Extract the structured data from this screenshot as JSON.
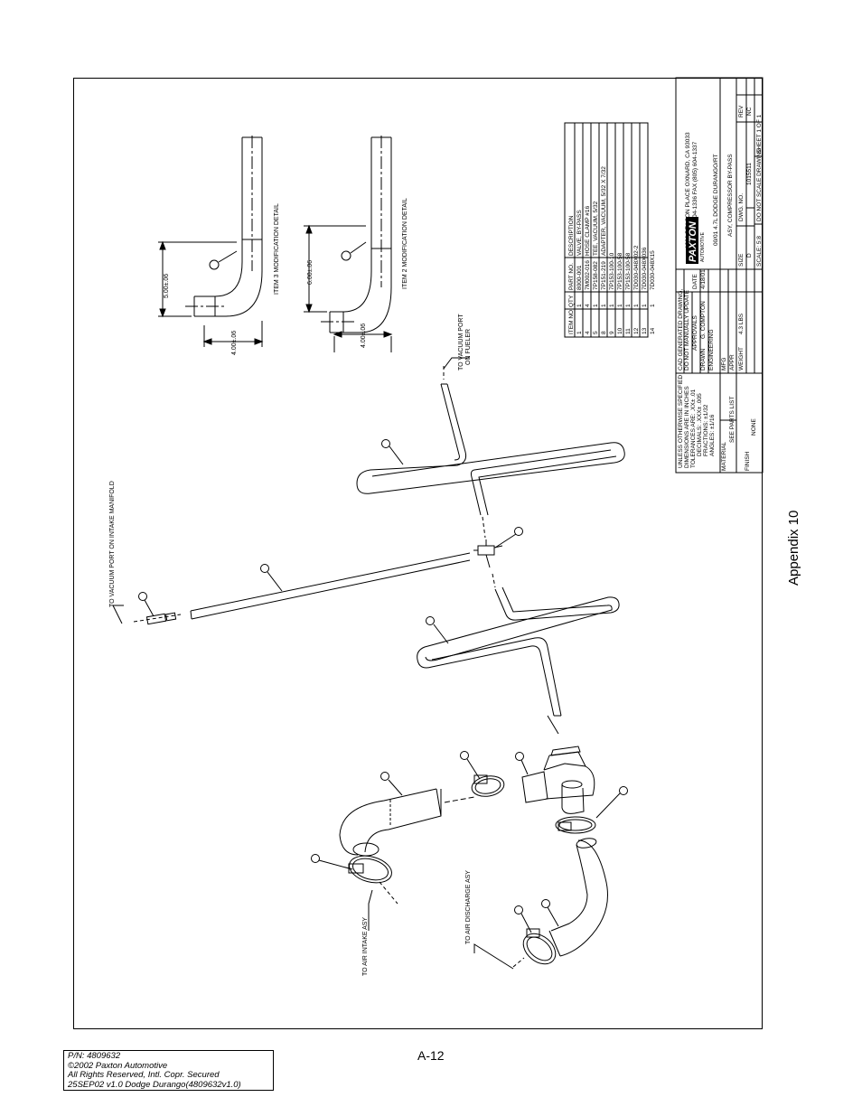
{
  "appendix": "Appendix 10",
  "page_number": "A-12",
  "footer": {
    "line1": "P/N: 4809632",
    "line2": "©2002 Paxton Automotive",
    "line3": "All Rights Reserved, Intl. Copr. Secured",
    "line4": "25SEP02 v1.0 Dodge Durango(4809632v1.0)"
  },
  "callouts": {
    "vacuum_manifold": "TO VACUUM PORT ON INTAKE MANIFOLD",
    "vacuum_fueler_1": "TO VACUUM PORT",
    "vacuum_fueler_2": "ON FUELER",
    "air_intake": "TO AIR INTAKE ASY",
    "air_discharge": "TO AIR DISCHARGE ASY"
  },
  "details": {
    "item3": "ITEM 3 MODIFICATION DETAIL",
    "item2": "ITEM 2 MODIFICATION DETAIL",
    "dim_500": "5.00±.06",
    "dim_400a": "4.00±.06",
    "dim_600": "6.00±.06",
    "dim_400b": "4.00±.06"
  },
  "parts_table": {
    "headers": [
      "ITEM NO.",
      "QTY",
      "PART NO.",
      "DESCRIPTION"
    ],
    "rows": [
      [
        "1",
        "1",
        "8000-001",
        "VALVE, BY-PASS"
      ],
      [
        "4",
        "4",
        "7M002-016",
        "HOSE CLAMP #16"
      ],
      [
        "5",
        "1",
        "7P158-082",
        "TEE, VACUUM, 5/32"
      ],
      [
        "8",
        "1",
        "7P151-219",
        "ADAPTER, VACUUM, 5/32 X 7/32"
      ],
      [
        "9",
        "1",
        "7P153-100-10",
        ""
      ],
      [
        "10",
        "1",
        "7P153-100-58",
        ""
      ],
      [
        "11",
        "1",
        "7P153-100-58",
        ""
      ],
      [
        "12",
        "1",
        "7D030-048X02-2",
        ""
      ],
      [
        "13",
        "1",
        "7D030-048X036",
        ""
      ],
      [
        "14",
        "1",
        "7D030-048X15",
        ""
      ]
    ]
  },
  "title_block": {
    "tolerances": [
      "UNLESS OTHERWISE SPECIFIED",
      "DIMENSIONS ARE IN INCHES",
      "TOLERANCES ARE: .XX± .01",
      "DECIMALS: .XXX± .005",
      "FRACTIONS: ±1/32",
      "ANGLES: ±1/16"
    ],
    "material_label": "MATERIAL",
    "material": "SEE PARTS LIST",
    "finish_label": "FINISH",
    "finish": "NONE",
    "cad_notice": [
      "CAD GENERATED DRAWING,",
      "DO NOT MANUALLY UPDATE"
    ],
    "approvals_label": "APPROVALS",
    "date_label": "DATE",
    "drawn_label": "DRAWN",
    "drawn_by": "G. COMPTON",
    "drawn_date": "4/18/01",
    "engineering_label": "ENGINEERING",
    "mfg_label": "MFG",
    "appr_label": "APPR",
    "weight_label": "WEIGHT",
    "weight": "4.3 LBS",
    "company_logo": "PAXTON",
    "company_sub": "AUTOMOTIVE",
    "address": "1300 BEACON PLACE  OXNARD, CA 93033",
    "phone": "TEL (805) 604-1336  FAX (805) 604-1337",
    "title1": "00/01 4.7L DODGE DURANGO/RT",
    "title2": "ASY, COMPRESSOR BY-PASS",
    "size_label": "SIZE",
    "size": "D",
    "dwg_label": "DWG. NO.",
    "dwg_no": "1015511",
    "rev_label": "REV",
    "rev": "NC",
    "scale": "SCALE: 5:8",
    "do_not_scale": "DO NOT SCALE DRAWING",
    "sheet": "SHEET 1 OF 1"
  }
}
